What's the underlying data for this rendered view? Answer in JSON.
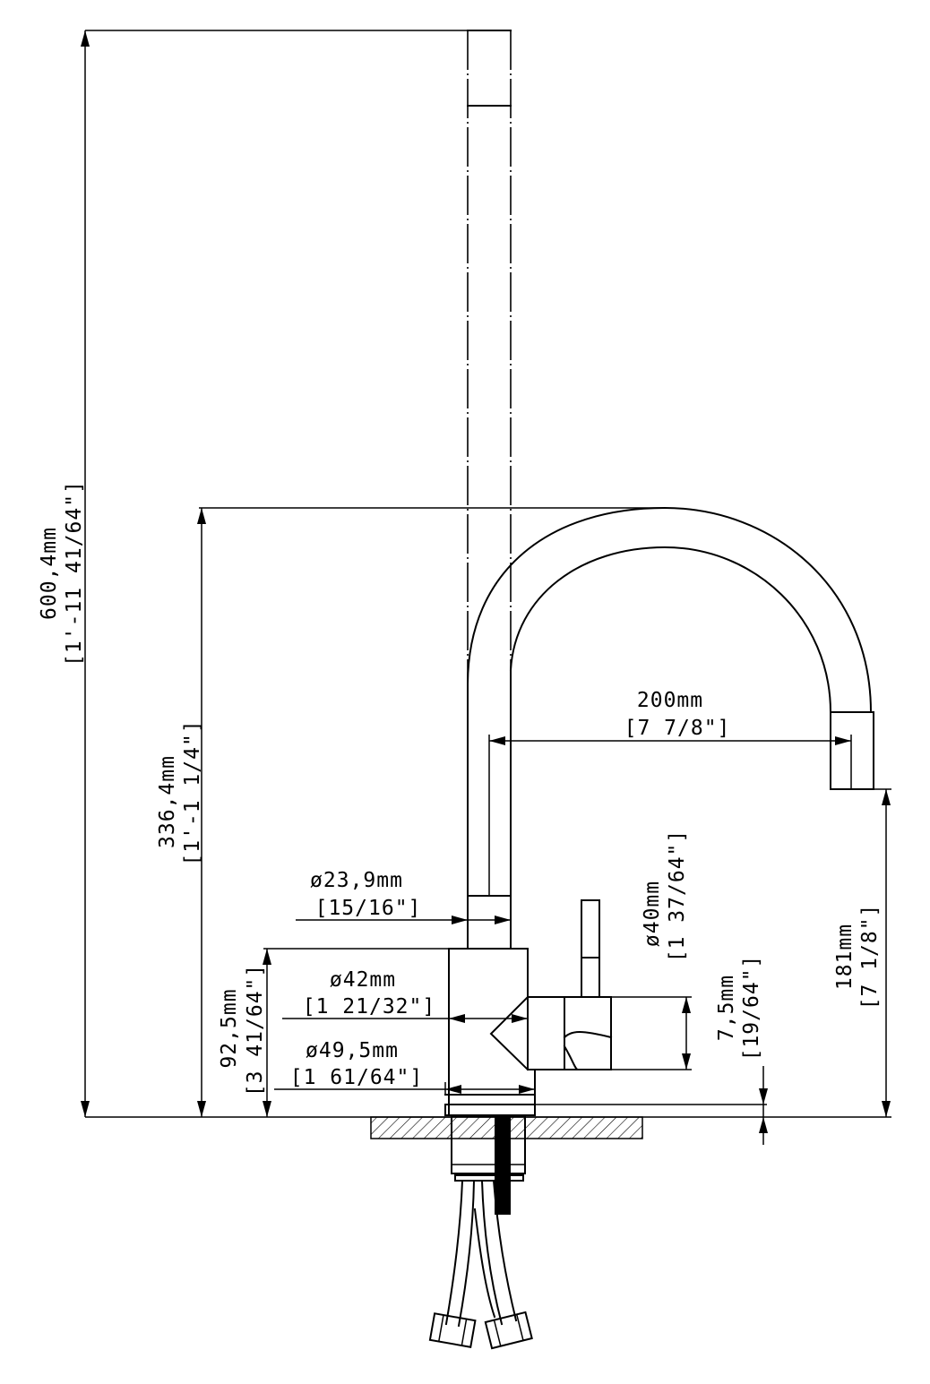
{
  "dimensions": {
    "total_height": {
      "metric": "600,4mm",
      "imperial": "[1'-11  41/64\"]"
    },
    "spout_height": {
      "metric": "336,4mm",
      "imperial": "[1'-1 1/4\"]"
    },
    "spout_reach": {
      "metric": "200mm",
      "imperial": "[7  7/8\"]"
    },
    "spout_diameter": {
      "metric": "ø23,9mm",
      "imperial": "[15/16\"]"
    },
    "handle_diameter": {
      "metric": "ø40mm",
      "imperial": "[1  37/64\"]"
    },
    "outlet_height": {
      "metric": "181mm",
      "imperial": "[7 1/8\"]"
    },
    "body_height": {
      "metric": "92,5mm",
      "imperial": "[3  41/64\"]"
    },
    "body_diameter": {
      "metric": "ø42mm",
      "imperial": "[1  21/32\"]"
    },
    "base_diameter": {
      "metric": "ø49,5mm",
      "imperial": "[1  61/64\"]"
    },
    "base_thickness": {
      "metric": "7,5mm",
      "imperial": "[19/64\"]"
    }
  }
}
